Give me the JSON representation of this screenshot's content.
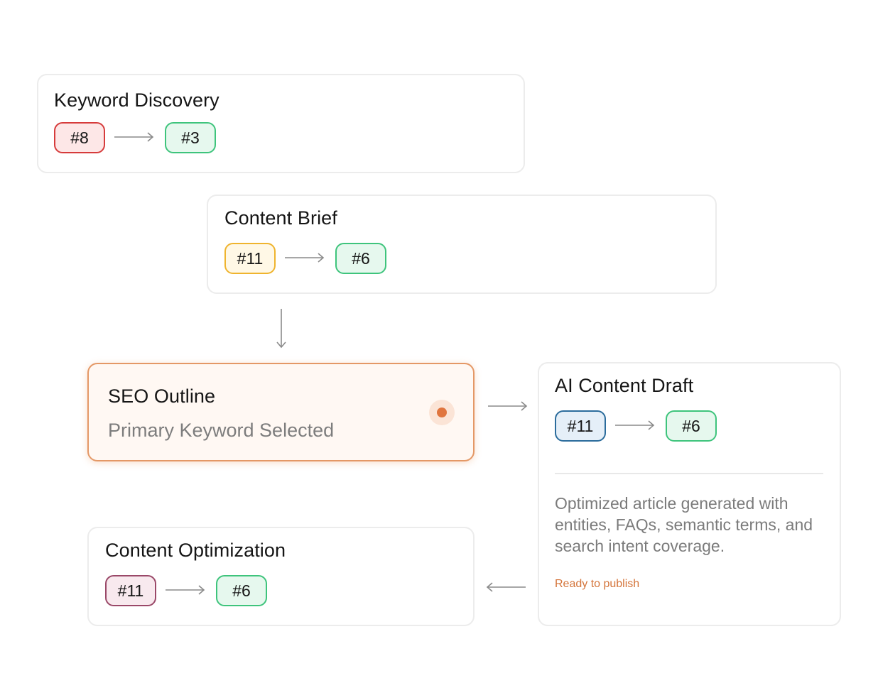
{
  "diagram": {
    "nodes": {
      "keyword_discovery": {
        "title": "Keyword Discovery",
        "from_rank": "#8",
        "to_rank": "#3"
      },
      "content_brief": {
        "title": "Content Brief",
        "from_rank": "#11",
        "to_rank": "#6"
      },
      "seo_outline": {
        "title": "SEO Outline",
        "subtitle": "Primary Keyword Selected"
      },
      "ai_content_draft": {
        "title": "AI Content Draft",
        "from_rank": "#11",
        "to_rank": "#6",
        "description": "Optimized article generated with entities, FAQs, semantic terms, and search intent coverage.",
        "status": "Ready to publish"
      },
      "content_optimization": {
        "title": "Content Optimization",
        "from_rank": "#11",
        "to_rank": "#6"
      }
    },
    "colors": {
      "badge_red": "#d63b3b",
      "badge_green": "#3ec47c",
      "badge_yellow": "#efb42e",
      "badge_blue": "#2b6c9c",
      "badge_plum": "#9a4868",
      "accent_orange": "#e0753e",
      "arrow_gray": "#8a8a8a"
    },
    "icons": {
      "rank_change": "arrow-right-icon",
      "flow_down": "arrow-down-icon",
      "flow_right": "arrow-right-icon",
      "flow_left": "arrow-left-icon",
      "status": "status-dot-icon"
    }
  }
}
